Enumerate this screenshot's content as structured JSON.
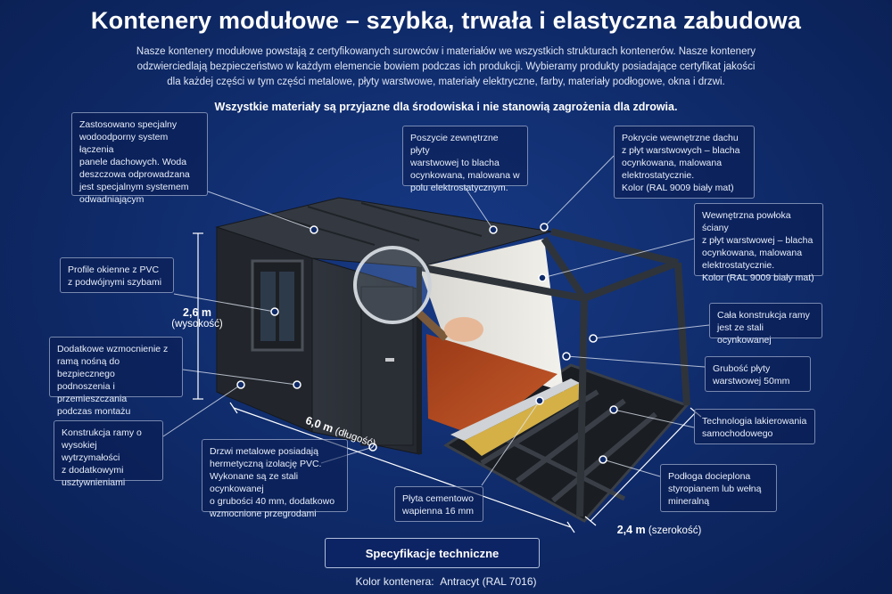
{
  "header": {
    "title": "Kontenery modułowe – szybka, trwała i elastyczna zabudowa",
    "intro_lines": [
      "Nasze kontenery modułowe powstają z certyfikowanych surowców i materiałów we wszystkich strukturach kontenerów. Nasze kontenery",
      "odzwierciedlają bezpieczeństwo w każdym elemencie bowiem podczas ich produkcji. Wybieramy produkty posiadające certyfikat jakości",
      "dla każdej części w tym części metalowe, płyty warstwowe, materiały elektryczne, farby, materiały podłogowe, okna i drzwi."
    ],
    "subtitle": "Wszystkie materiały są przyjazne dla środowiska i nie stanowią zagrożenia dla zdrowia."
  },
  "callouts": {
    "roof_system": [
      "Zastosowano specjalny",
      "wodoodporny system łączenia",
      "panele dachowych. Woda",
      "deszczowa odprowadzana",
      "jest specjalnym systemem",
      "odwadniającym"
    ],
    "outer_sheathing": [
      "Poszycie zewnętrzne płyty",
      "warstwowej to blacha",
      "ocynkowana, malowana w",
      "polu elektrostatycznym."
    ],
    "inner_roof": [
      "Pokrycie wewnętrzne dachu",
      "z płyt warstwowych – blacha",
      "ocynkowana, malowana",
      "elektrostatycznie.",
      "Kolor (RAL 9009 biały mat)"
    ],
    "inner_wall": [
      "Wewnętrzna powłoka ściany",
      "z płyt warstwowej – blacha",
      "ocynkowana, malowana",
      "elektrostatycznie.",
      "Kolor (RAL 9009 biały mat)"
    ],
    "pvc_windows": [
      "Profile okienne z PVC",
      "z podwójnymi szybami"
    ],
    "frame_steel": [
      "Cała konstrukcja ramy",
      "jest ze stali ocynkowanej"
    ],
    "reinforcement": [
      "Dodatkowe wzmocnienie z",
      "ramą nośną do bezpiecznego",
      "podnoszenia i przemieszczania",
      "podczas montażu"
    ],
    "panel_thickness": [
      "Grubość płyty",
      "warstwowej 50mm"
    ],
    "paint_tech": [
      "Technologia lakierowania",
      "samochodowego"
    ],
    "frame_strength": [
      "Konstrukcja ramy o",
      "wysokiej wytrzymałości",
      "z dodatkowymi",
      "usztywnieniami"
    ],
    "door": [
      "Drzwi metalowe posiadają",
      "hermetyczną izolację PVC.",
      "Wykonane są ze stali ocynkowanej",
      "o grubości 40 mm, dodatkowo",
      "wzmocnione przegrodami"
    ],
    "cement_board": [
      "Płyta cementowo",
      "wapienna 16 mm"
    ],
    "floor": [
      "Podłoga docieplona",
      "styropianem lub wełną",
      "mineralną"
    ]
  },
  "dimensions": {
    "height_value": "2,6 m",
    "height_label": "(wysokość)",
    "length_value": "6,0 m",
    "length_label": "(długość)",
    "width_value": "2,4 m",
    "width_label": "(szerokość)"
  },
  "footer": {
    "spec_button": "Specyfikacje techniczne",
    "color_label": "Kolor kontenera:",
    "color_value": "Antracyt (RAL 7016)"
  },
  "colors": {
    "background": "#0f2a68",
    "container": "#2b2f36",
    "accent": "#ffffff"
  }
}
